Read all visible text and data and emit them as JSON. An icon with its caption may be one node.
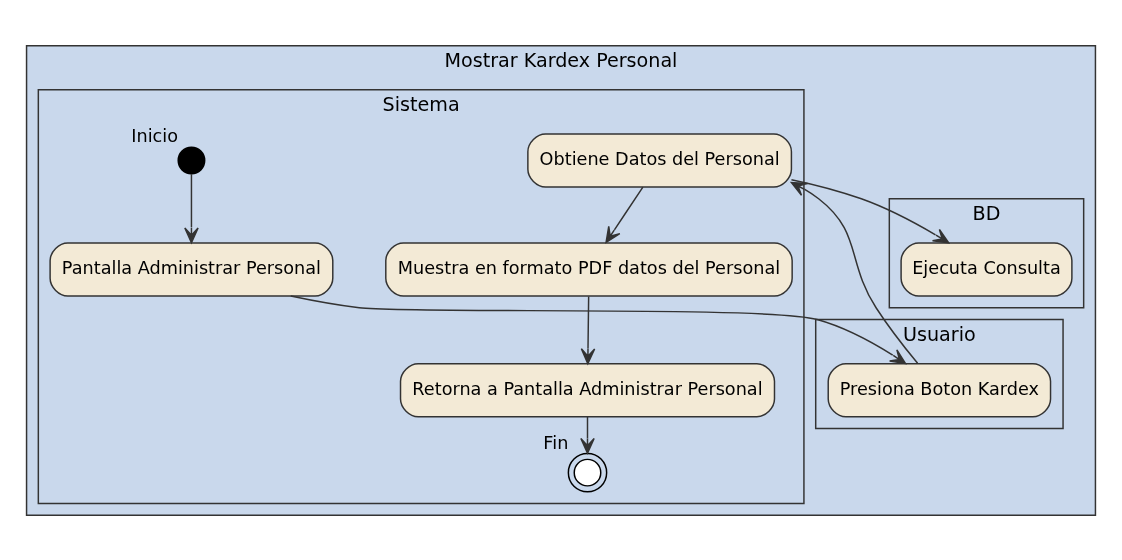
{
  "diagram": {
    "nodes": [
      {
        "text": [
          "Mostrar Kardex Personal"
        ]
      },
      {
        "text": [
          "Usuario"
        ],
        "in": 0
      },
      {
        "text": [
          "Sistema"
        ],
        "in": 0
      },
      {
        "text": [
          "BD"
        ],
        "in": 0
      },
      {
        "text": [],
        "shape": "circle",
        "in": 2,
        "beside": [
          "Inicio"
        ]
      },
      {
        "text": [
          "Pantalla Administrar Personal"
        ],
        "in": 2
      },
      {
        "text": [
          "Presiona Boton Kardex"
        ],
        "in": 1
      },
      {
        "text": [
          "Obtiene Datos del Personal"
        ],
        "in": 2
      },
      {
        "text": [
          "Ejecuta Consulta"
        ],
        "in": 3
      },
      {
        "text": [
          "Muestra en formato PDF datos del Personal"
        ],
        "in": 2
      },
      {
        "text": [
          "Retorna a Pantalla Administrar Personal"
        ],
        "in": 2
      },
      {
        "text": [],
        "shape": "circle",
        "in": 2,
        "beside": [
          "Fin"
        ]
      }
    ],
    "edges": [
      {
        "from": 4,
        "to": 5,
        "arrow": "to"
      },
      {
        "from": 5,
        "to": 6,
        "arrow": "to"
      },
      {
        "from": 6,
        "to": 7,
        "arrow": "to"
      },
      {
        "from": 7,
        "to": 8,
        "arrow": "to"
      },
      {
        "from": 7,
        "to": 9,
        "arrow": "to"
      },
      {
        "from": 9,
        "to": 10,
        "arrow": "to"
      },
      {
        "from": 10,
        "to": 11,
        "arrow": "to"
      }
    ]
  }
}
